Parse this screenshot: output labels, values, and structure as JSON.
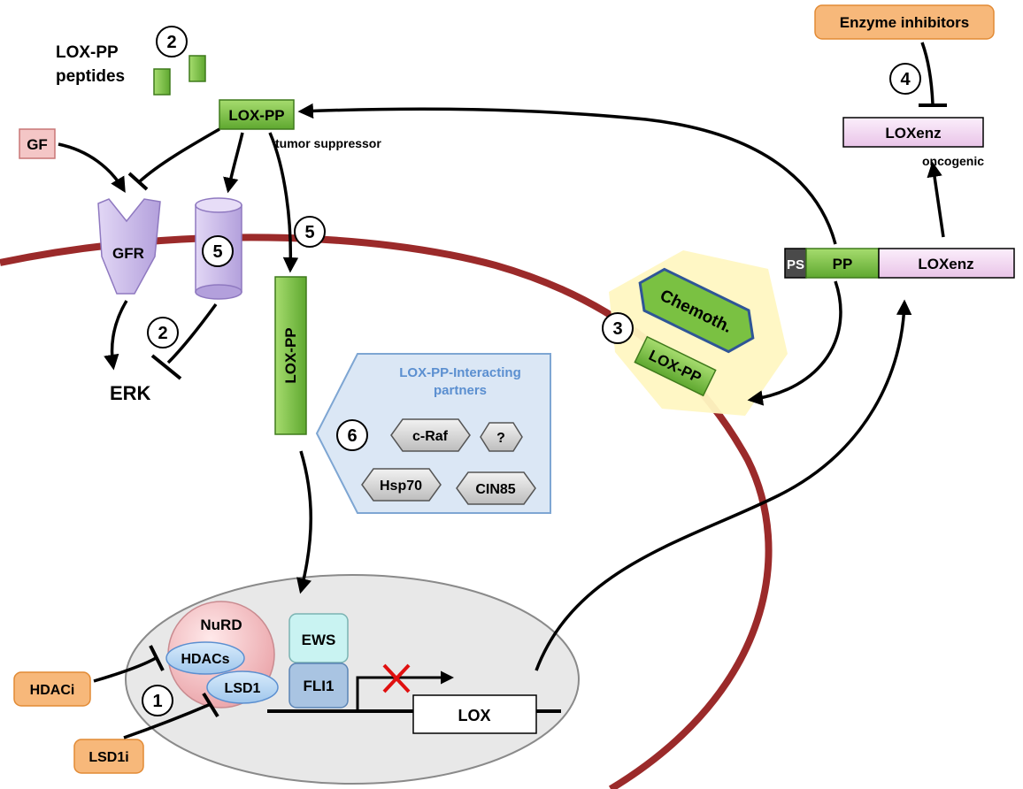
{
  "colors": {
    "membrane": "#9b2a2a",
    "arrow": "#000000",
    "green": "#7ac142",
    "green_dark": "#3f7a1c",
    "lavender": "#c9b9e8",
    "lavender_dark": "#8f79c0",
    "pink": "#f3d5f2",
    "orange": "#f7b87a",
    "orange_dark": "#e28a34",
    "grey_box": "#d9d9d9",
    "blue_panel": "#dbe7f5",
    "blue_panel_border": "#7ea6d3",
    "blue_text": "#5b8fd0",
    "nucleus": "#e8e8e8",
    "nurd": "#f3c0c3",
    "hdac_lsd": "#b7d6f3",
    "ews": "#c9f3f2",
    "fli1": "#a9c4e2",
    "yellow": "#fff7c2",
    "red_x": "#e01010"
  },
  "labels": {
    "lox_pp_peptides_line1": "LOX-PP",
    "lox_pp_peptides_line2": "peptides",
    "lox_pp_top": "LOX-PP",
    "tumor_suppressor": "tumor suppressor",
    "gf": "GF",
    "gfr": "GFR",
    "erk": "ERK",
    "lox_pp_vertical": "LOX-PP",
    "interacting_title_line1": "LOX-PP-Interacting",
    "interacting_title_line2": "partners",
    "c_raf": "c-Raf",
    "question": "?",
    "hsp70": "Hsp70",
    "cin85": "CIN85",
    "chemoth": "Chemoth.",
    "lox_pp_chemo": "LOX-PP",
    "enzyme_inhibitors": "Enzyme inhibitors",
    "loxenz_top": "LOXenz",
    "oncogenic": "oncogenic",
    "ps": "PS",
    "pp": "PP",
    "loxenz_bar": "LOXenz",
    "nurd": "NuRD",
    "hdacs": "HDACs",
    "lsd1": "LSD1",
    "ews": "EWS",
    "fli1": "FLI1",
    "lox_gene": "LOX",
    "hdaci": "HDACi",
    "lsd1i": "LSD1i"
  },
  "numbers": {
    "n1": "1",
    "n2_top": "2",
    "n2_erk": "2",
    "n3": "3",
    "n4": "4",
    "n5_channel": "5",
    "n5_import": "5",
    "n6": "6"
  }
}
